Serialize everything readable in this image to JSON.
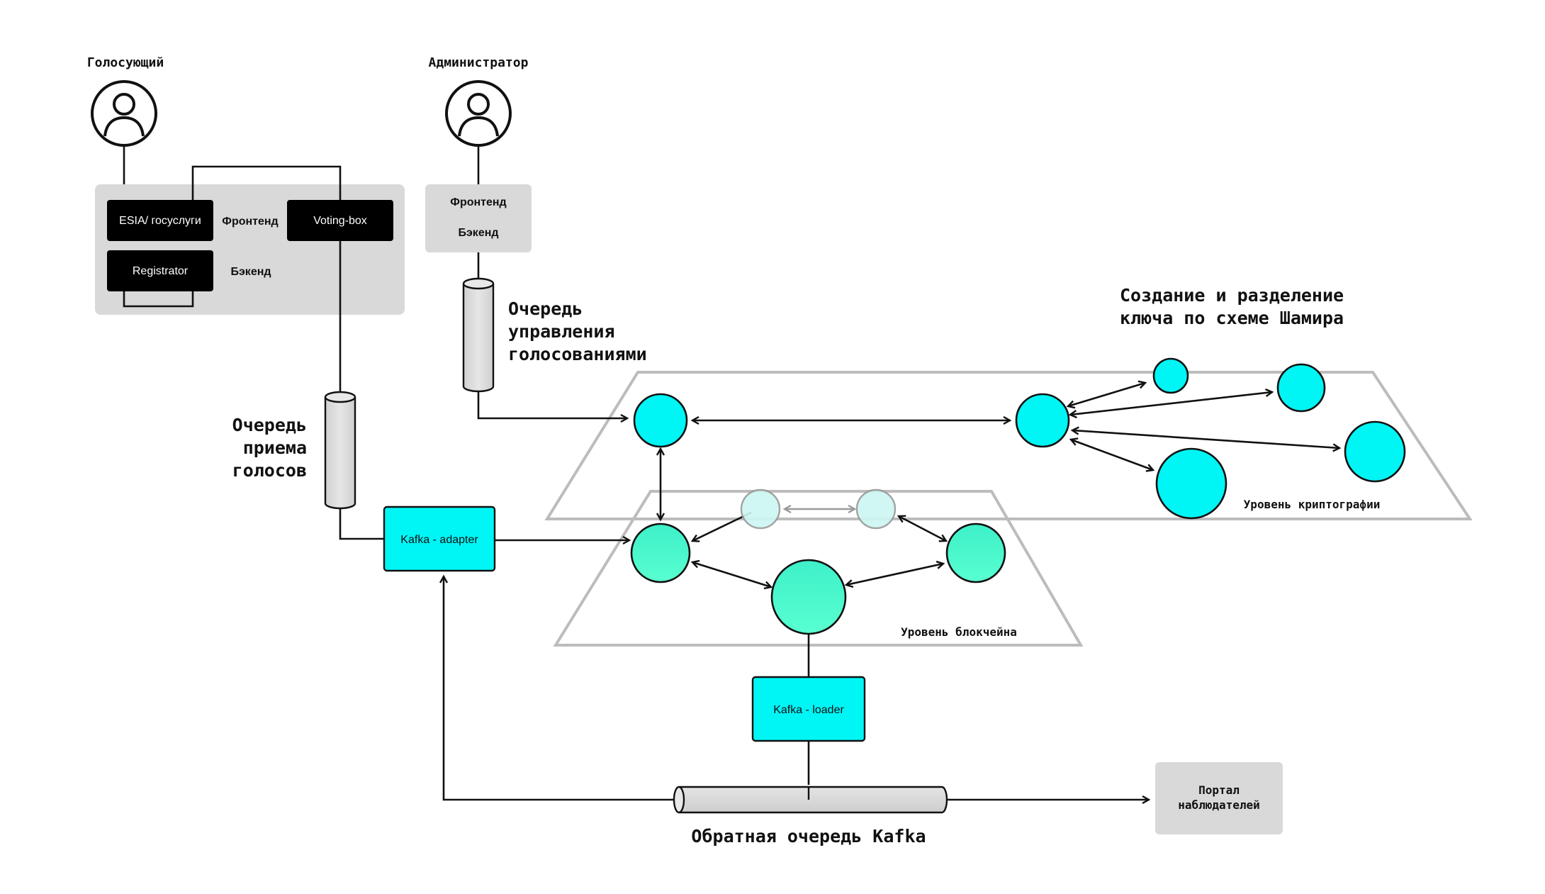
{
  "actors": {
    "voter": "Голосующий",
    "admin": "Администратор"
  },
  "voter_block": {
    "esia": "ESIA/ госуслуги",
    "voting_box": "Voting-box",
    "registrator": "Registrator",
    "frontend": "Фронтенд",
    "backend": "Бэкенд"
  },
  "admin_block": {
    "frontend": "Фронтенд",
    "backend": "Бэкенд"
  },
  "queues": {
    "vote_queue": [
      "Очередь",
      "приема",
      "голосов"
    ],
    "mgmt_queue": [
      "Очередь",
      "управления",
      "голосованиями"
    ],
    "return_queue": "Обратная очередь Kafka"
  },
  "components": {
    "kafka_adapter": "Kafka - adapter",
    "kafka_loader": "Kafka - loader",
    "observer_portal": [
      "Портал",
      "наблюдателей"
    ]
  },
  "layers": {
    "crypto_title": [
      "Создание и разделение",
      "ключа по схеме Шамира"
    ],
    "crypto_level": "Уровень криптографии",
    "blockchain_level": "Уровень блокчейна"
  },
  "colors": {
    "cyan": "#00f5f5",
    "teal": "#3ef0c9",
    "panel": "#d9d9d9",
    "dark": "#000000"
  }
}
